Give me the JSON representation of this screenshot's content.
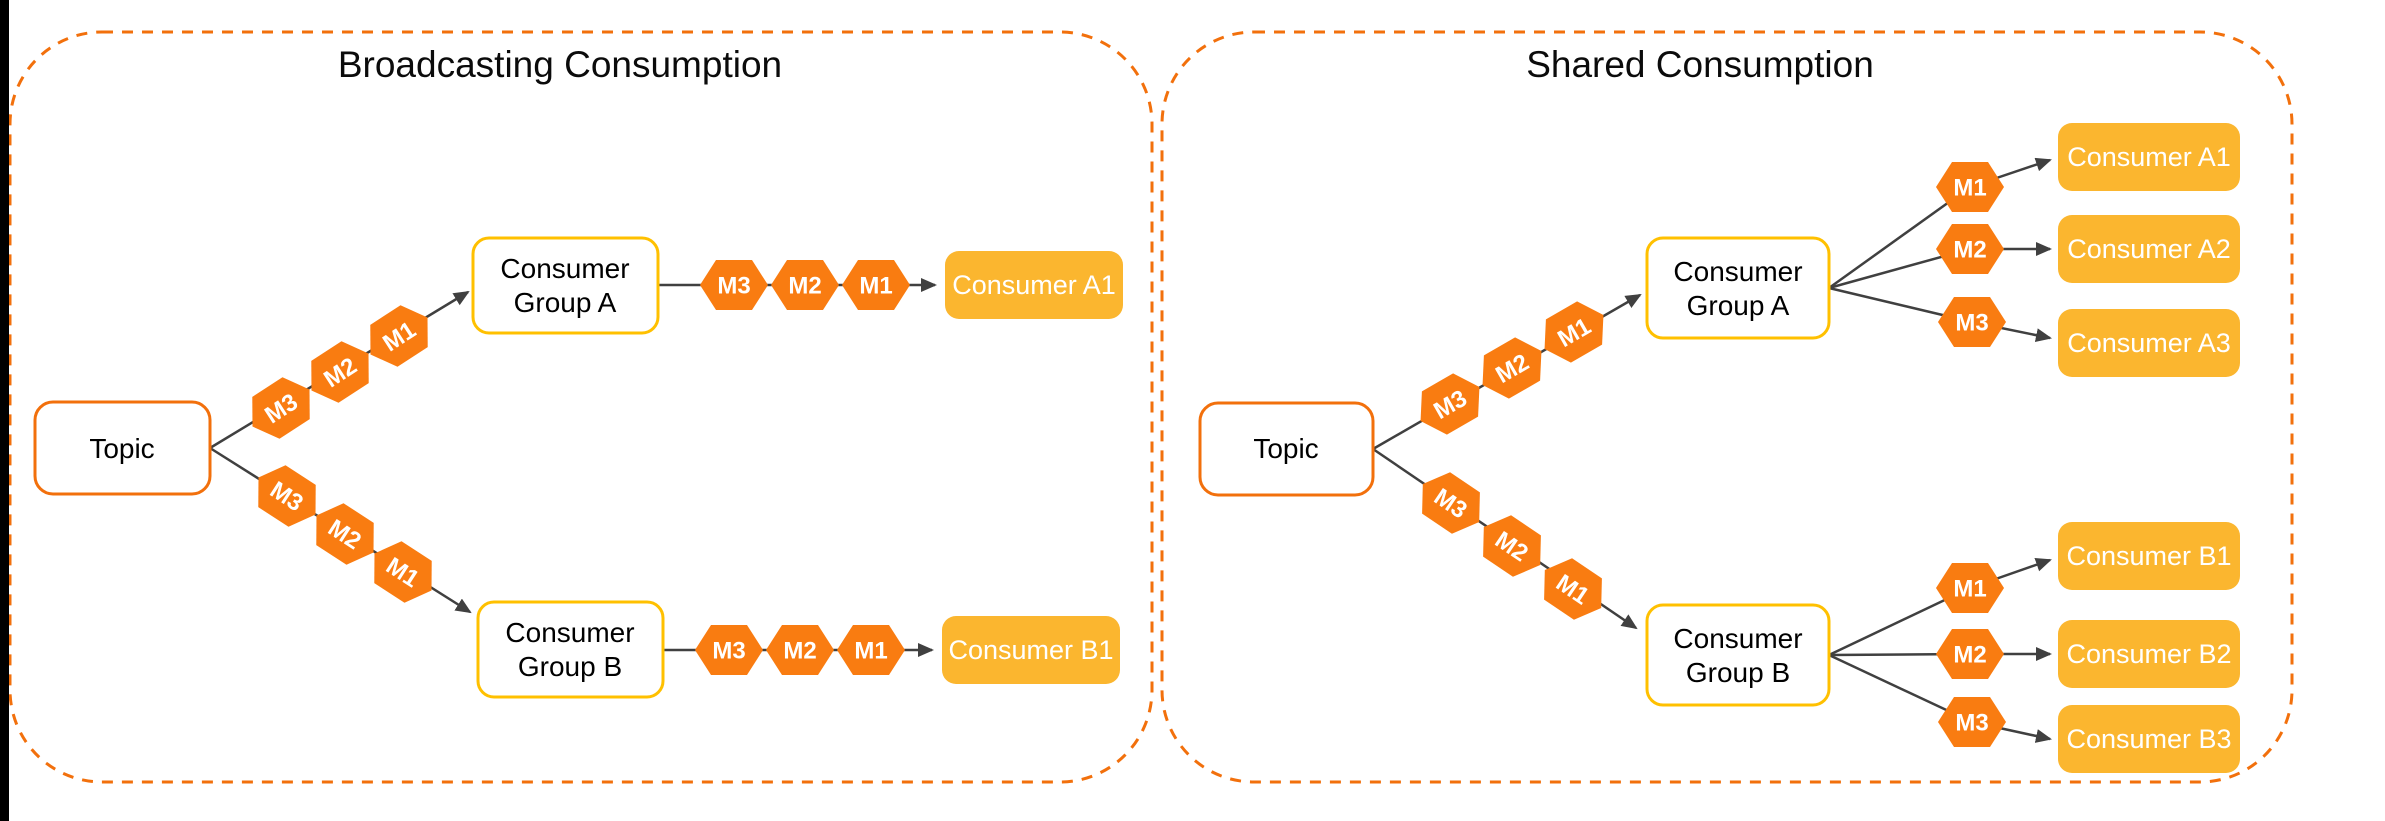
{
  "page": {
    "background": "#FFFFFF",
    "left_strip_color": "#000000"
  },
  "colors": {
    "panel_dashed_border": "#F2700C",
    "topic_border": "#F2700C",
    "group_box_border": "#FFC000",
    "message_hexagon_fill": "#F97C11",
    "consumer_box_fill": "#FBB62F",
    "connector": "#404040",
    "title_text": "#000000",
    "node_text": "#000000",
    "hexagon_text": "#FFFFFF",
    "consumer_text": "#FFFFFF"
  },
  "panels": [
    {
      "title": "Broadcasting Consumption",
      "topic": "Topic",
      "branches": [
        {
          "group_line1": "Consumer",
          "group_line2": "Group A",
          "messages_to_group": [
            "M3",
            "M2",
            "M1"
          ],
          "messages_to_consumer": [
            "M3",
            "M2",
            "M1"
          ],
          "consumer": "Consumer A1"
        },
        {
          "group_line1": "Consumer",
          "group_line2": "Group B",
          "messages_to_group": [
            "M3",
            "M2",
            "M1"
          ],
          "messages_to_consumer": [
            "M3",
            "M2",
            "M1"
          ],
          "consumer": "Consumer B1"
        }
      ]
    },
    {
      "title": "Shared Consumption",
      "topic": "Topic",
      "branches": [
        {
          "group_line1": "Consumer",
          "group_line2": "Group A",
          "messages_to_group": [
            "M3",
            "M2",
            "M1"
          ],
          "fanout": [
            {
              "message": "M1",
              "consumer": "Consumer A1"
            },
            {
              "message": "M2",
              "consumer": "Consumer A2"
            },
            {
              "message": "M3",
              "consumer": "Consumer A3"
            }
          ]
        },
        {
          "group_line1": "Consumer",
          "group_line2": "Group B",
          "messages_to_group": [
            "M3",
            "M2",
            "M1"
          ],
          "fanout": [
            {
              "message": "M1",
              "consumer": "Consumer B1"
            },
            {
              "message": "M2",
              "consumer": "Consumer B2"
            },
            {
              "message": "M3",
              "consumer": "Consumer B3"
            }
          ]
        }
      ]
    }
  ]
}
